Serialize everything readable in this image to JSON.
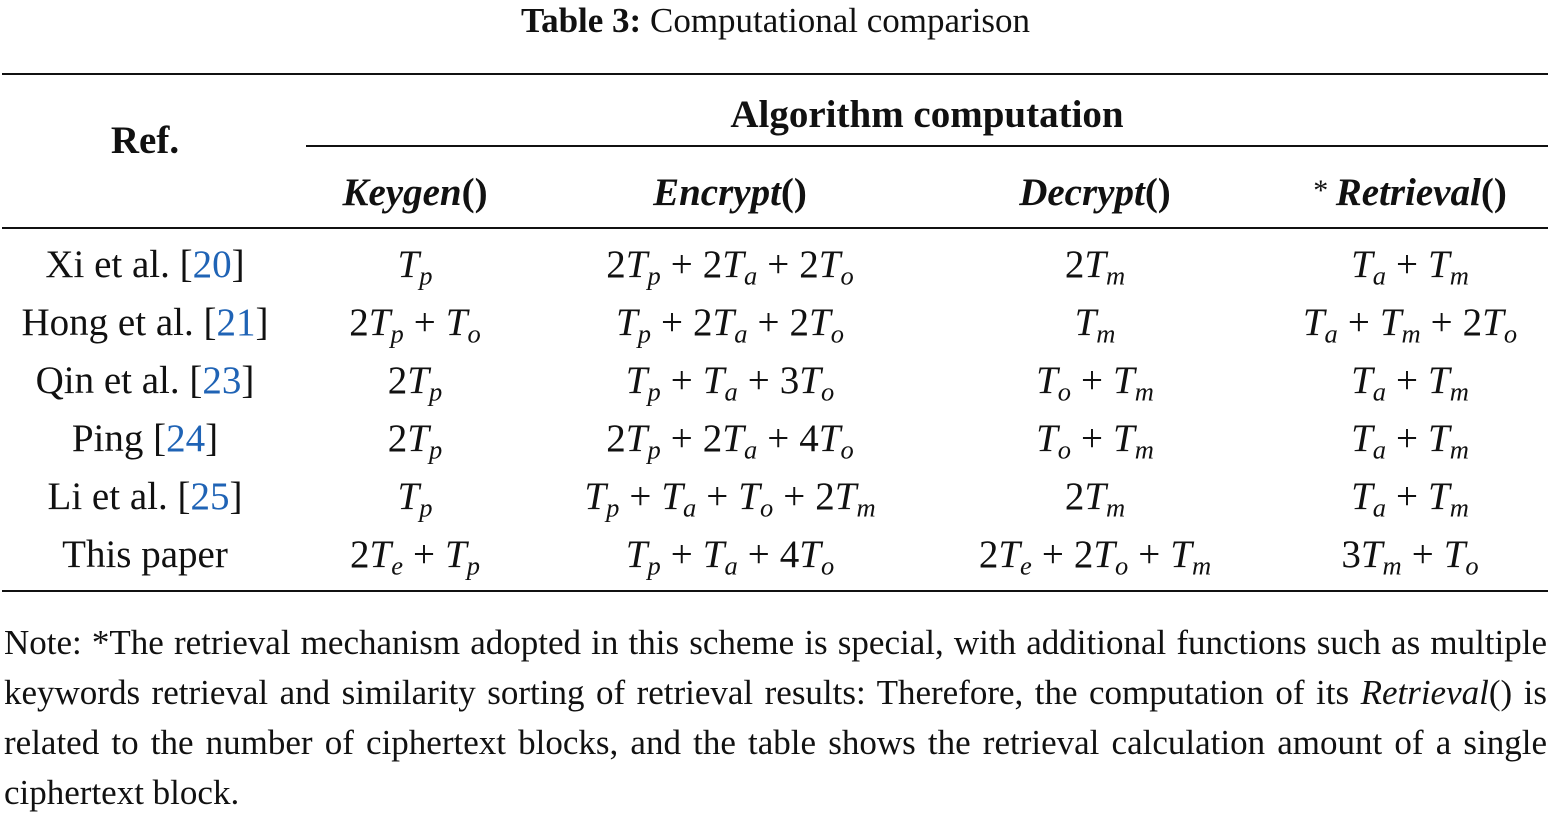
{
  "caption": {
    "label": "Table 3:",
    "title": "Computational comparison"
  },
  "table": {
    "ref_header": "Ref.",
    "group_header": "Algorithm computation",
    "columns": [
      {
        "name": "Keygen",
        "parens": "()",
        "marker": ""
      },
      {
        "name": "Encrypt",
        "parens": "()",
        "marker": ""
      },
      {
        "name": "Decrypt",
        "parens": "()",
        "marker": ""
      },
      {
        "name": "Retrieval",
        "parens": "()",
        "marker": "*"
      }
    ],
    "rows": [
      {
        "ref": "Xi et al.",
        "cite": "20",
        "cells": [
          [
            [
              "T",
              "p"
            ]
          ],
          [
            [
              "2T",
              "p"
            ],
            [
              "+"
            ],
            [
              "2T",
              "a"
            ],
            [
              "+"
            ],
            [
              "2T",
              "o"
            ]
          ],
          [
            [
              "2T",
              "m"
            ]
          ],
          [
            [
              "T",
              "a"
            ],
            [
              "+"
            ],
            [
              "T",
              "m"
            ]
          ]
        ]
      },
      {
        "ref": "Hong et al.",
        "cite": "21",
        "cells": [
          [
            [
              "2T",
              "p"
            ],
            [
              "+"
            ],
            [
              "T",
              "o"
            ]
          ],
          [
            [
              "T",
              "p"
            ],
            [
              "+"
            ],
            [
              "2T",
              "a"
            ],
            [
              "+"
            ],
            [
              "2T",
              "o"
            ]
          ],
          [
            [
              "T",
              "m"
            ]
          ],
          [
            [
              "T",
              "a"
            ],
            [
              "+"
            ],
            [
              "T",
              "m"
            ],
            [
              "+"
            ],
            [
              "2T",
              "o"
            ]
          ]
        ]
      },
      {
        "ref": "Qin et al.",
        "cite": "23",
        "cells": [
          [
            [
              "2T",
              "p"
            ]
          ],
          [
            [
              "T",
              "p"
            ],
            [
              "+"
            ],
            [
              "T",
              "a"
            ],
            [
              "+"
            ],
            [
              "3T",
              "o"
            ]
          ],
          [
            [
              "T",
              "o"
            ],
            [
              "+"
            ],
            [
              "T",
              "m"
            ]
          ],
          [
            [
              "T",
              "a"
            ],
            [
              "+"
            ],
            [
              "T",
              "m"
            ]
          ]
        ]
      },
      {
        "ref": "Ping",
        "cite": "24",
        "cells": [
          [
            [
              "2T",
              "p"
            ]
          ],
          [
            [
              "2T",
              "p"
            ],
            [
              "+"
            ],
            [
              "2T",
              "a"
            ],
            [
              "+"
            ],
            [
              "4T",
              "o"
            ]
          ],
          [
            [
              "T",
              "o"
            ],
            [
              "+"
            ],
            [
              "T",
              "m"
            ]
          ],
          [
            [
              "T",
              "a"
            ],
            [
              "+"
            ],
            [
              "T",
              "m"
            ]
          ]
        ]
      },
      {
        "ref": "Li et al.",
        "cite": "25",
        "cells": [
          [
            [
              "T",
              "p"
            ]
          ],
          [
            [
              "T",
              "p"
            ],
            [
              "+"
            ],
            [
              "T",
              "a"
            ],
            [
              "+"
            ],
            [
              "T",
              "o"
            ],
            [
              "+"
            ],
            [
              "2T",
              "m"
            ]
          ],
          [
            [
              "2T",
              "m"
            ]
          ],
          [
            [
              "T",
              "a"
            ],
            [
              "+"
            ],
            [
              "T",
              "m"
            ]
          ]
        ]
      },
      {
        "ref": "This paper",
        "cite": "",
        "cells": [
          [
            [
              "2T",
              "e"
            ],
            [
              "+"
            ],
            [
              "T",
              "p"
            ]
          ],
          [
            [
              "T",
              "p"
            ],
            [
              "+"
            ],
            [
              "T",
              "a"
            ],
            [
              "+"
            ],
            [
              "4T",
              "o"
            ]
          ],
          [
            [
              "2T",
              "e"
            ],
            [
              "+"
            ],
            [
              "2T",
              "o"
            ],
            [
              "+"
            ],
            [
              "T",
              "m"
            ]
          ],
          [
            [
              "3T",
              "m"
            ],
            [
              "+"
            ],
            [
              "T",
              "o"
            ]
          ]
        ]
      }
    ]
  },
  "note": {
    "prefix": "Note: *The retrieval mechanism adopted in this scheme is special, with additional functions such as multiple keywords retrieval and similarity sorting of retrieval results: Therefore, the computation of its ",
    "term": "Retrieval",
    "term_parens": "()",
    "suffix": " is related to the number of ciphertext blocks, and the table shows the retrieval calculation amount of a single ciphertext block."
  }
}
